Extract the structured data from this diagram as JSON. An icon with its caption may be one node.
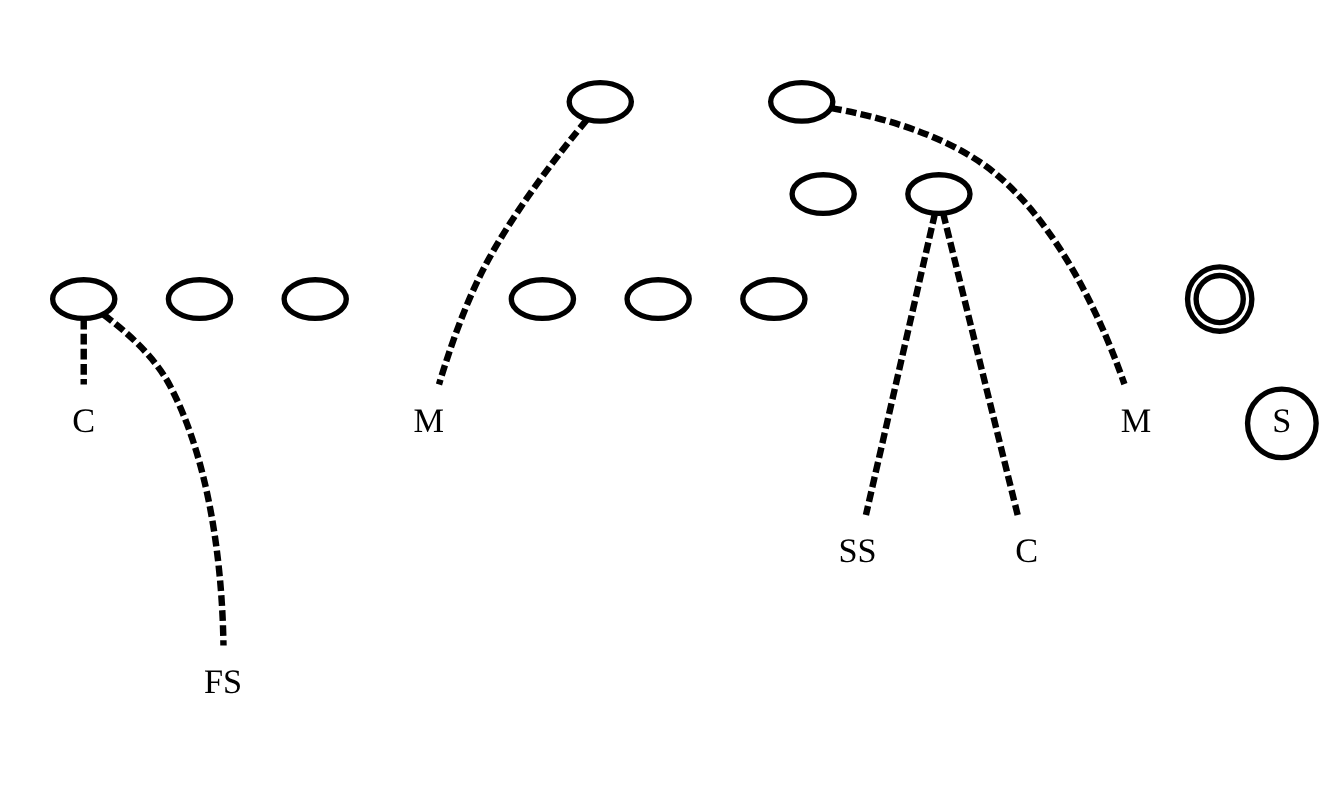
{
  "diagram": {
    "nodes": [
      {
        "text": [],
        "shape": "circle"
      },
      {
        "text": [],
        "shape": "circle"
      },
      {
        "text": [],
        "shape": "circle"
      },
      {
        "text": [],
        "shape": "circle"
      },
      {
        "text": [],
        "shape": "circle"
      },
      {
        "text": [],
        "shape": "circle"
      },
      {
        "text": [],
        "shape": "circle"
      },
      {
        "text": [],
        "shape": "circle"
      },
      {
        "text": [],
        "shape": "circle"
      },
      {
        "text": [],
        "shape": "circle"
      },
      {
        "text": [],
        "shape": "circle"
      },
      {
        "text": [
          "S"
        ]
      },
      {
        "text": [
          "C"
        ]
      },
      {
        "text": [
          "M"
        ]
      },
      {
        "text": [
          "M"
        ]
      },
      {
        "text": [
          "SS"
        ]
      },
      {
        "text": [
          "C"
        ]
      },
      {
        "text": [
          "FS"
        ]
      }
    ],
    "edges": [
      {
        "from": 0,
        "to": 13,
        "arrow": "none",
        "style": "dashed"
      },
      {
        "from": 1,
        "to": 14,
        "arrow": "none",
        "style": "dashed"
      },
      {
        "from": 4,
        "to": 12,
        "arrow": "none",
        "style": "dashed"
      },
      {
        "from": 4,
        "to": 17,
        "arrow": "none",
        "style": "dashed"
      },
      {
        "from": 3,
        "to": 15,
        "arrow": "none",
        "style": "dashed"
      },
      {
        "from": 3,
        "to": 16,
        "arrow": "none",
        "style": "dashed"
      }
    ]
  }
}
